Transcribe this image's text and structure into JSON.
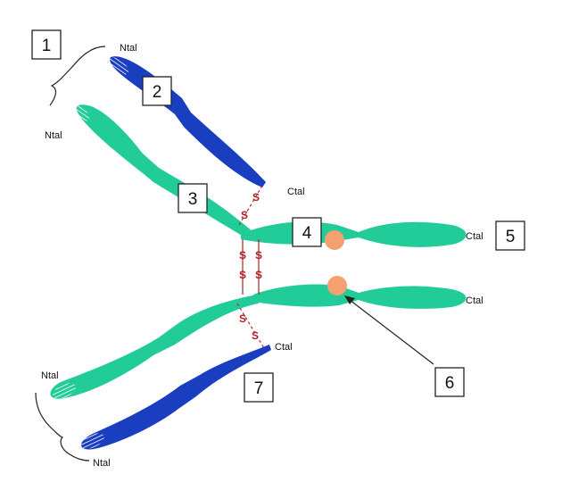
{
  "labels": {
    "ntal": "Ntal",
    "ctal": "Ctal",
    "s": "S"
  },
  "callouts": [
    "1",
    "2",
    "3",
    "4",
    "5",
    "6",
    "7"
  ],
  "colors": {
    "heavy_chain": "#22cc99",
    "light_chain": "#1a3ec0",
    "disulfide": "#b0222a",
    "carbohydrate": "#f4a070",
    "outline": "#222222"
  }
}
